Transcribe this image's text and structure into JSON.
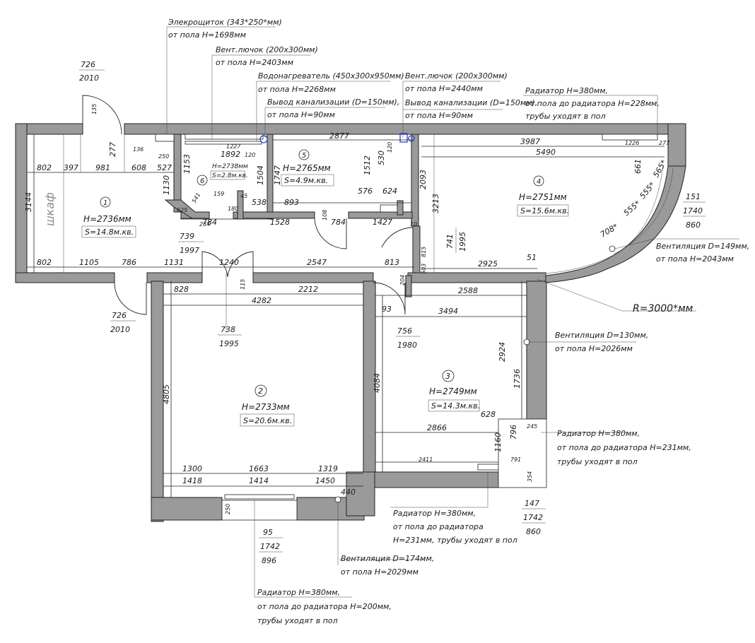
{
  "notes": {
    "electric_panel": "Элекрощиток (343*250*мм)",
    "electric_panel_h": "от пола Н=1698мм",
    "vent_hatch_1": "Вент.лючок (200х300мм)",
    "vent_hatch_1_h": "от пола Н=2403мм",
    "water_heater": "Водонагреватель (450х300х950мм)",
    "water_heater_h": "от пола Н=2268мм",
    "sewer_1": "Вывод канализации (D=150мм),",
    "sewer_1_h": "от пола Н=90мм",
    "vent_hatch_2": "Вент.лючок (200х300мм)",
    "vent_hatch_2_h": "от пола Н=2440мм",
    "sewer_2": "Вывод канализации (D=150мм),",
    "sewer_2_h": "от пола Н=90мм",
    "radiator_top_1": "Радиатор Н=380мм,",
    "radiator_top_2": "от пола до радиатора Н=228мм,",
    "radiator_top_3": "трубы уходят в пол",
    "vent_right_1": "Вентиляция D=149мм,",
    "vent_right_2": "от пола Н=2043мм",
    "radius": "R=3000*мм",
    "vent_mid_1": "Вентиляция D=130мм,",
    "vent_mid_2": "от пола Н=2026мм",
    "radiator_mid_1": "Радиатор Н=380мм,",
    "radiator_mid_2": "от пола до радиатора Н=231мм,",
    "radiator_mid_3": "трубы уходят в пол",
    "radiator_low_1": "Радиатор Н=380мм,",
    "radiator_low_2": "от пола до радиатора",
    "radiator_low_3": "Н=231мм, трубы уходят в пол",
    "vent_low_1": "Вентиляция D=174мм,",
    "vent_low_2": "от пола Н=2029мм",
    "radiator_bot_1": "Радиатор Н=380мм,",
    "radiator_bot_2": "от пола до радиатора Н=200мм,",
    "radiator_bot_3": "трубы уходят в пол",
    "wardrobe": "шкаф"
  },
  "rooms": {
    "r1": {
      "num": "1",
      "h": "Н=2736мм",
      "s": "S=14.8м.кв."
    },
    "r2": {
      "num": "2",
      "h": "Н=2733мм",
      "s": "S=20.6м.кв."
    },
    "r3": {
      "num": "3",
      "h": "Н=2749мм",
      "s": "S=14.3м.кв."
    },
    "r4": {
      "num": "4",
      "h": "Н=2751мм",
      "s": "S=15.6м.кв."
    },
    "r5": {
      "num": "5",
      "h": "Н=2765мм",
      "s": "S=4.9м.кв."
    },
    "r6": {
      "num": "6",
      "h": "Н=2738мм",
      "s": "S=2.8м.кв."
    }
  },
  "openings": {
    "entry_door": [
      "726",
      "2010"
    ],
    "hall_door_low": [
      "726",
      "2010"
    ],
    "room2_door": [
      "738",
      "1995"
    ],
    "bath_door": [
      "739",
      "1997"
    ],
    "room3_door": [
      "756",
      "1980"
    ],
    "room4_door": [
      "741",
      "1995"
    ],
    "window_room4": [
      "151",
      "1740",
      "860"
    ],
    "window_room3": [
      "147",
      "1742",
      "860"
    ],
    "window_room2": [
      "95",
      "1742",
      "896"
    ]
  },
  "dims": {
    "d802a": "802",
    "d397": "397",
    "d981": "981",
    "d608": "608",
    "d527": "527",
    "d3144": "3144",
    "d802b": "802",
    "d1105": "1105",
    "d786": "786",
    "d1131": "1131",
    "d1240": "1240",
    "d2547": "2547",
    "d813": "813",
    "d2877": "2877",
    "d3987": "3987",
    "d5490": "5490",
    "d2925": "2925",
    "d828": "828",
    "d2212": "2212",
    "d4282": "4282",
    "d4805": "4805",
    "d1300": "1300",
    "d1663": "1663",
    "d1319": "1319",
    "d1418": "1418",
    "d1414": "1414",
    "d1450": "1450",
    "d440": "440",
    "d2588": "2588",
    "d3494": "3494",
    "d4084": "4084",
    "d2924": "2924",
    "d1736": "1736",
    "d2866": "2866",
    "d628": "628",
    "d2411": "2411",
    "d1160": "1160",
    "d796": "796",
    "d1892": "1892",
    "d1227": "1227",
    "d1504": "1504",
    "d1747": "1747",
    "d1512": "1512",
    "d530": "530",
    "d576": "576",
    "d624": "624",
    "d893": "893",
    "d538": "538",
    "d784a": "784",
    "d1528": "1528",
    "d784b": "784",
    "d1427": "1427",
    "d1130": "1130",
    "d1153": "1153",
    "d3213": "3213",
    "d2093": "2093",
    "d661": "661",
    "d565": "565*",
    "d555a": "555*",
    "d555b": "555*",
    "d708": "708*",
    "d51": "51",
    "d120a": "120",
    "d120b": "120",
    "d115": "115",
    "d93": "93",
    "d204": "204",
    "d277a": "277",
    "d277b": "277",
    "d135": "135",
    "d136": "136",
    "d250a": "250",
    "d250b": "250",
    "d541": "541",
    "d625": "625",
    "d234": "234",
    "d159": "159",
    "d180": "180",
    "d45": "45",
    "d108": "108",
    "d815": "815",
    "d503": "503",
    "d1226": "1226",
    "d791": "791",
    "d354": "354",
    "d245": "245",
    "d10": "10"
  }
}
